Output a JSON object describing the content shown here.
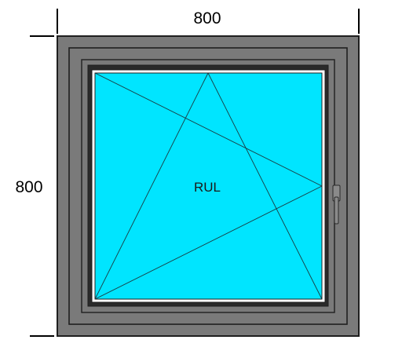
{
  "dimensions": {
    "width_label": "800",
    "height_label": "800"
  },
  "window": {
    "opening_type_label": "RUL",
    "colors": {
      "frame": "#7a7a7a",
      "frame_dark": "#1f1f1f",
      "glass": "#00e5ff",
      "glazing_bead": "#ffffff",
      "handle": "#8a8a8a",
      "dimension_line": "#000000"
    }
  }
}
